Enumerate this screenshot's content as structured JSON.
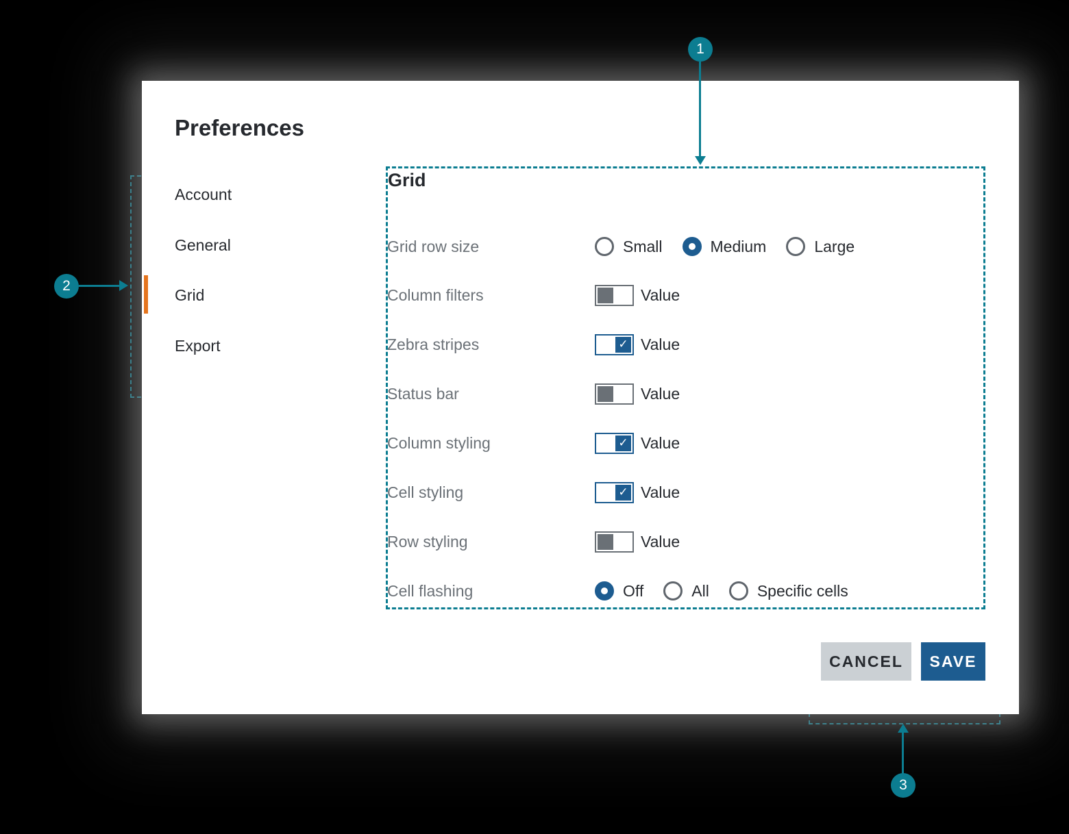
{
  "window": {
    "title": "Preferences"
  },
  "colors": {
    "annotation_teal": "#0C7D91",
    "control_blue": "#1D5C90",
    "active_tab_orange": "#E5751E",
    "label_gray": "#6B7177",
    "text_dark": "#26292E",
    "cancel_button_bg": "#CBD0D4",
    "card_bg": "#FFFFFF",
    "page_bg": "#000000"
  },
  "icons": {
    "check": "✓"
  },
  "sidebar": {
    "items": [
      {
        "label": "Account",
        "active": false
      },
      {
        "label": "General",
        "active": false
      },
      {
        "label": "Grid",
        "active": true
      },
      {
        "label": "Export",
        "active": false
      }
    ]
  },
  "panel": {
    "heading": "Grid",
    "rows": [
      {
        "label": "Grid row size",
        "type": "radio-group",
        "options": [
          "Small",
          "Medium",
          "Large"
        ],
        "selected": "Medium"
      },
      {
        "label": "Column filters",
        "type": "toggle",
        "checked": false,
        "value_label": "Value"
      },
      {
        "label": "Zebra stripes",
        "type": "toggle",
        "checked": true,
        "value_label": "Value"
      },
      {
        "label": "Status bar",
        "type": "toggle",
        "checked": false,
        "value_label": "Value"
      },
      {
        "label": "Column styling",
        "type": "toggle",
        "checked": true,
        "value_label": "Value"
      },
      {
        "label": "Cell styling",
        "type": "toggle",
        "checked": true,
        "value_label": "Value"
      },
      {
        "label": "Row styling",
        "type": "toggle",
        "checked": false,
        "value_label": "Value"
      },
      {
        "label": "Cell flashing",
        "type": "radio-group",
        "options": [
          "Off",
          "All",
          "Specific cells"
        ],
        "selected": "Off"
      }
    ]
  },
  "footer": {
    "cancel_label": "CANCEL",
    "save_label": "SAVE"
  },
  "annotations": {
    "markers": [
      "1",
      "2",
      "3"
    ]
  }
}
